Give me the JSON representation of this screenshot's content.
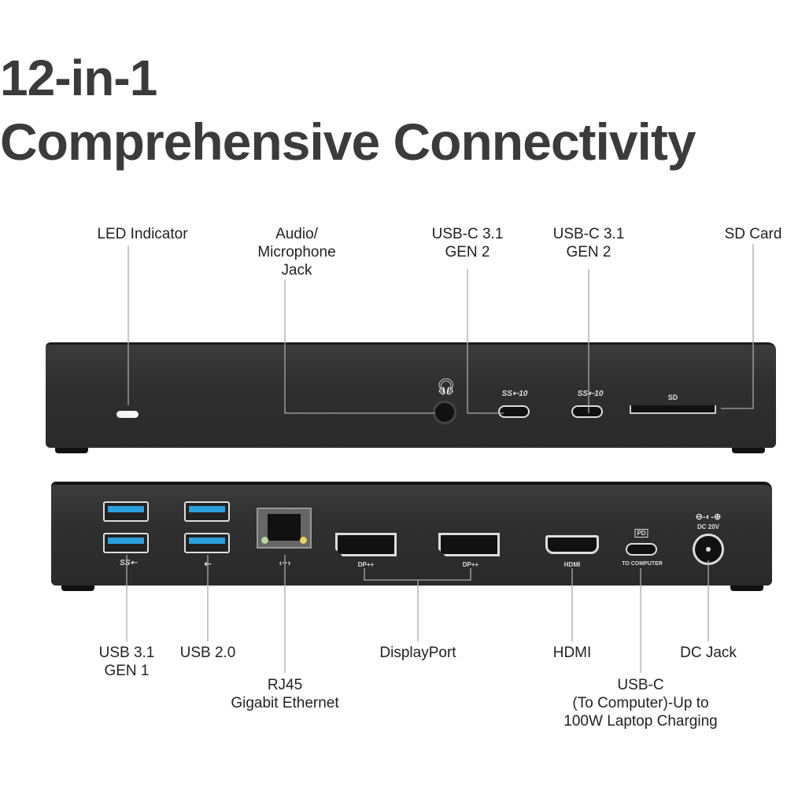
{
  "title": {
    "line1": "12-in-1",
    "line2": "Comprehensive Connectivity"
  },
  "top_labels": {
    "led": "LED Indicator",
    "audio": [
      "Audio/",
      "Microphone",
      "Jack"
    ],
    "usbc1": [
      "USB-C 3.1",
      "GEN 2"
    ],
    "usbc2": [
      "USB-C 3.1",
      "GEN 2"
    ],
    "sd": "SD Card"
  },
  "bottom_labels": {
    "usb31": [
      "USB 3.1",
      "GEN 1"
    ],
    "usb20": "USB 2.0",
    "rj45": [
      "RJ45",
      "Gigabit Ethernet"
    ],
    "displayport": "DisplayPort",
    "hdmi": "HDMI",
    "dc": "DC Jack",
    "usbc": [
      "USB-C",
      "(To Computer)-Up to",
      "100W Laptop Charging"
    ]
  },
  "device_markings": {
    "ss10a": "SS⇠10",
    "ss10b": "SS⇠10",
    "sd": "SD",
    "dp1": "DP++",
    "dp2": "DP++",
    "hdmi": "HDMI",
    "pd": "PD",
    "to_computer": "TO COMPUTER",
    "dc20v": "DC 20V",
    "ss": "SS⇠",
    "usb": "⇠",
    "eth": "‹··›"
  }
}
